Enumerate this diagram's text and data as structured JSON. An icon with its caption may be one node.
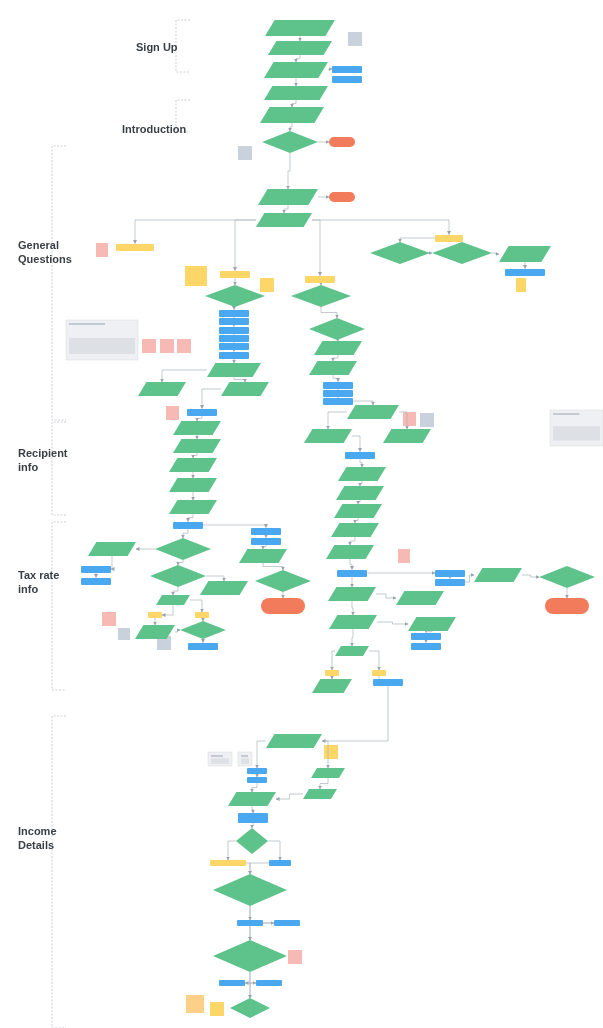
{
  "diagram": {
    "nodes": [
      {
        "text": [],
        "shape": "parallelogram"
      },
      {
        "text": [],
        "shape": "parallelogram"
      },
      {
        "text": [],
        "shape": "parallelogram"
      },
      {
        "text": [],
        "shape": "box"
      },
      {
        "text": [],
        "shape": "box"
      },
      {
        "text": [],
        "shape": "parallelogram"
      },
      {
        "text": [],
        "shape": "parallelogram"
      },
      {
        "text": [],
        "shape": "diamond"
      },
      {
        "text": [],
        "shape": "pill"
      },
      {
        "text": [],
        "shape": "parallelogram"
      },
      {
        "text": [],
        "shape": "pill"
      },
      {
        "text": [],
        "shape": "parallelogram"
      },
      {
        "text": [],
        "shape": "box"
      },
      {
        "text": [],
        "shape": "box"
      },
      {
        "text": [],
        "shape": "diamond"
      },
      {
        "text": [],
        "shape": "diamond"
      },
      {
        "text": [],
        "shape": "parallelogram"
      },
      {
        "text": [],
        "shape": "box"
      },
      {
        "text": [],
        "shape": "box"
      },
      {
        "text": [],
        "shape": "box"
      },
      {
        "text": [],
        "shape": "diamond"
      },
      {
        "text": [],
        "shape": "diamond"
      },
      {
        "text": [],
        "shape": "box"
      },
      {
        "text": [],
        "shape": "box"
      },
      {
        "text": [],
        "shape": "box"
      },
      {
        "text": [],
        "shape": "box"
      },
      {
        "text": [],
        "shape": "box"
      },
      {
        "text": [],
        "shape": "box"
      },
      {
        "text": [],
        "shape": "diamond"
      },
      {
        "text": [],
        "shape": "parallelogram"
      },
      {
        "text": [],
        "shape": "parallelogram"
      },
      {
        "text": [],
        "shape": "box"
      },
      {
        "text": [],
        "shape": "box"
      },
      {
        "text": [],
        "shape": "box"
      },
      {
        "text": [],
        "shape": "parallelogram"
      },
      {
        "text": [],
        "shape": "parallelogram"
      },
      {
        "text": [],
        "shape": "parallelogram"
      },
      {
        "text": [],
        "shape": "box"
      },
      {
        "text": [],
        "shape": "parallelogram"
      },
      {
        "text": [],
        "shape": "parallelogram"
      },
      {
        "text": [],
        "shape": "parallelogram"
      },
      {
        "text": [],
        "shape": "parallelogram"
      },
      {
        "text": [],
        "shape": "parallelogram"
      },
      {
        "text": [],
        "shape": "parallelogram"
      },
      {
        "text": [],
        "shape": "parallelogram"
      },
      {
        "text": [],
        "shape": "parallelogram"
      },
      {
        "text": [],
        "shape": "box"
      },
      {
        "text": [],
        "shape": "parallelogram"
      },
      {
        "text": [],
        "shape": "parallelogram"
      },
      {
        "text": [],
        "shape": "parallelogram"
      },
      {
        "text": [],
        "shape": "parallelogram"
      },
      {
        "text": [],
        "shape": "parallelogram"
      },
      {
        "text": [],
        "shape": "box"
      },
      {
        "text": [],
        "shape": "box"
      },
      {
        "text": [],
        "shape": "box"
      },
      {
        "text": [],
        "shape": "parallelogram"
      },
      {
        "text": [],
        "shape": "parallelogram"
      },
      {
        "text": [],
        "shape": "diamond"
      },
      {
        "text": [],
        "shape": "box"
      },
      {
        "text": [],
        "shape": "box"
      },
      {
        "text": [],
        "shape": "diamond"
      },
      {
        "text": [],
        "shape": "parallelogram"
      },
      {
        "text": [],
        "shape": "diamond"
      },
      {
        "text": [],
        "shape": "pill"
      },
      {
        "text": [],
        "shape": "parallelogram"
      },
      {
        "text": [],
        "shape": "box"
      },
      {
        "text": [],
        "shape": "box"
      },
      {
        "text": [],
        "shape": "parallelogram"
      },
      {
        "text": [],
        "shape": "diamond"
      },
      {
        "text": [],
        "shape": "box"
      },
      {
        "text": [],
        "shape": "box"
      },
      {
        "text": [],
        "shape": "parallelogram"
      },
      {
        "text": [],
        "shape": "parallelogram"
      },
      {
        "text": [],
        "shape": "parallelogram"
      },
      {
        "text": [],
        "shape": "parallelogram"
      },
      {
        "text": [],
        "shape": "box"
      },
      {
        "text": [],
        "shape": "box"
      },
      {
        "text": [],
        "shape": "parallelogram"
      },
      {
        "text": [],
        "shape": "box"
      },
      {
        "text": [],
        "shape": "box"
      },
      {
        "text": [],
        "shape": "parallelogram"
      },
      {
        "text": [],
        "shape": "box"
      },
      {
        "text": [],
        "shape": "box"
      },
      {
        "text": [],
        "shape": "box"
      },
      {
        "text": [],
        "shape": "parallelogram"
      },
      {
        "text": [],
        "shape": "diamond"
      },
      {
        "text": [],
        "shape": "pill"
      },
      {
        "text": [],
        "shape": "parallelogram"
      },
      {
        "text": [],
        "shape": "box"
      },
      {
        "text": [],
        "shape": "box"
      },
      {
        "text": [],
        "shape": "parallelogram"
      },
      {
        "text": [],
        "shape": "parallelogram"
      },
      {
        "text": [],
        "shape": "parallelogram"
      },
      {
        "text": [],
        "shape": "box"
      },
      {
        "text": [],
        "shape": "diamond"
      },
      {
        "text": [],
        "shape": "box"
      },
      {
        "text": [],
        "shape": "box"
      },
      {
        "text": [],
        "shape": "diamond"
      },
      {
        "text": [],
        "shape": "box"
      },
      {
        "text": [],
        "shape": "box"
      },
      {
        "text": [],
        "shape": "diamond"
      },
      {
        "text": [],
        "shape": "box"
      },
      {
        "text": [],
        "shape": "box"
      },
      {
        "text": [],
        "shape": "diamond"
      }
    ],
    "edges": [
      {
        "from": 0,
        "to": 1,
        "arrow": "to"
      },
      {
        "from": 1,
        "to": 2,
        "arrow": "to"
      },
      {
        "from": 2,
        "to": 3,
        "arrow": "to"
      },
      {
        "from": 2,
        "to": 5,
        "arrow": "to"
      },
      {
        "from": 5,
        "to": 6,
        "arrow": "to"
      },
      {
        "from": 6,
        "to": 7,
        "arrow": "to"
      },
      {
        "from": 7,
        "to": 8,
        "arrow": "to"
      },
      {
        "from": 7,
        "to": 9,
        "arrow": "to"
      },
      {
        "from": 9,
        "to": 10,
        "arrow": "to"
      },
      {
        "from": 9,
        "to": 11,
        "arrow": "to"
      },
      {
        "from": 11,
        "to": 12,
        "arrow": "to"
      },
      {
        "from": 11,
        "to": 13,
        "arrow": "to"
      },
      {
        "from": 11,
        "to": 18,
        "arrow": "to"
      },
      {
        "from": 11,
        "to": 19,
        "arrow": "to"
      },
      {
        "from": 13,
        "to": 14,
        "arrow": "to"
      },
      {
        "from": 14,
        "to": 15,
        "arrow": "to"
      },
      {
        "from": 15,
        "to": 16,
        "arrow": "to"
      },
      {
        "from": 16,
        "to": 17,
        "arrow": "to"
      },
      {
        "from": 18,
        "to": 20,
        "arrow": "to"
      },
      {
        "from": 19,
        "to": 21,
        "arrow": "to"
      },
      {
        "from": 20,
        "to": 22,
        "arrow": "to"
      },
      {
        "from": 22,
        "to": 23,
        "arrow": "to"
      },
      {
        "from": 23,
        "to": 24,
        "arrow": "to"
      },
      {
        "from": 24,
        "to": 25,
        "arrow": "to"
      },
      {
        "from": 25,
        "to": 26,
        "arrow": "to"
      },
      {
        "from": 26,
        "to": 27,
        "arrow": "to"
      },
      {
        "from": 27,
        "to": 34,
        "arrow": "to"
      },
      {
        "from": 21,
        "to": 28,
        "arrow": "to"
      },
      {
        "from": 28,
        "to": 29,
        "arrow": "to"
      },
      {
        "from": 29,
        "to": 30,
        "arrow": "to"
      },
      {
        "from": 30,
        "to": 31,
        "arrow": "to"
      },
      {
        "from": 31,
        "to": 32,
        "arrow": "to"
      },
      {
        "from": 32,
        "to": 33,
        "arrow": "to"
      },
      {
        "from": 33,
        "to": 43,
        "arrow": "to"
      },
      {
        "from": 34,
        "to": 35,
        "arrow": "to"
      },
      {
        "from": 34,
        "to": 36,
        "arrow": "to"
      },
      {
        "from": 36,
        "to": 37,
        "arrow": "to"
      },
      {
        "from": 37,
        "to": 38,
        "arrow": "to"
      },
      {
        "from": 38,
        "to": 39,
        "arrow": "to"
      },
      {
        "from": 39,
        "to": 40,
        "arrow": "to"
      },
      {
        "from": 40,
        "to": 41,
        "arrow": "to"
      },
      {
        "from": 41,
        "to": 42,
        "arrow": "to"
      },
      {
        "from": 42,
        "to": 52,
        "arrow": "to"
      },
      {
        "from": 43,
        "to": 44,
        "arrow": "to"
      },
      {
        "from": 43,
        "to": 45,
        "arrow": "to"
      },
      {
        "from": 44,
        "to": 46,
        "arrow": "to"
      },
      {
        "from": 46,
        "to": 47,
        "arrow": "to"
      },
      {
        "from": 47,
        "to": 48,
        "arrow": "to"
      },
      {
        "from": 48,
        "to": 49,
        "arrow": "to"
      },
      {
        "from": 49,
        "to": 50,
        "arrow": "to"
      },
      {
        "from": 50,
        "to": 51,
        "arrow": "to"
      },
      {
        "from": 51,
        "to": 70,
        "arrow": "to"
      },
      {
        "from": 52,
        "to": 53,
        "arrow": "to"
      },
      {
        "from": 53,
        "to": 54,
        "arrow": "to"
      },
      {
        "from": 54,
        "to": 55,
        "arrow": "to"
      },
      {
        "from": 55,
        "to": 62,
        "arrow": "to"
      },
      {
        "from": 62,
        "to": 63,
        "arrow": "to"
      },
      {
        "from": 52,
        "to": 57,
        "arrow": "to"
      },
      {
        "from": 57,
        "to": 56,
        "arrow": "to"
      },
      {
        "from": 56,
        "to": 58,
        "arrow": "to"
      },
      {
        "from": 58,
        "to": 59,
        "arrow": "to"
      },
      {
        "from": 57,
        "to": 60,
        "arrow": "to"
      },
      {
        "from": 60,
        "to": 61,
        "arrow": "to"
      },
      {
        "from": 60,
        "to": 64,
        "arrow": "to"
      },
      {
        "from": 64,
        "to": 65,
        "arrow": "to"
      },
      {
        "from": 64,
        "to": 66,
        "arrow": "to"
      },
      {
        "from": 65,
        "to": 67,
        "arrow": "to"
      },
      {
        "from": 66,
        "to": 68,
        "arrow": "to"
      },
      {
        "from": 67,
        "to": 68,
        "arrow": "to"
      },
      {
        "from": 68,
        "to": 69,
        "arrow": "to"
      },
      {
        "from": 70,
        "to": 71,
        "arrow": "to"
      },
      {
        "from": 71,
        "to": 72,
        "arrow": "to"
      },
      {
        "from": 71,
        "to": 73,
        "arrow": "to"
      },
      {
        "from": 73,
        "to": 74,
        "arrow": "to"
      },
      {
        "from": 74,
        "to": 75,
        "arrow": "to"
      },
      {
        "from": 75,
        "to": 76,
        "arrow": "to"
      },
      {
        "from": 73,
        "to": 77,
        "arrow": "to"
      },
      {
        "from": 77,
        "to": 78,
        "arrow": "to"
      },
      {
        "from": 77,
        "to": 79,
        "arrow": "to"
      },
      {
        "from": 78,
        "to": 80,
        "arrow": "to"
      },
      {
        "from": 79,
        "to": 81,
        "arrow": "to"
      },
      {
        "from": 70,
        "to": 82,
        "arrow": "to"
      },
      {
        "from": 82,
        "to": 83,
        "arrow": "to"
      },
      {
        "from": 83,
        "to": 84,
        "arrow": "to"
      },
      {
        "from": 84,
        "to": 85,
        "arrow": "to"
      },
      {
        "from": 85,
        "to": 86,
        "arrow": "to"
      },
      {
        "from": 81,
        "to": 87,
        "arrow": "to"
      },
      {
        "from": 87,
        "to": 88,
        "arrow": "to"
      },
      {
        "from": 88,
        "to": 89,
        "arrow": "to"
      },
      {
        "from": 87,
        "to": 90,
        "arrow": "to"
      },
      {
        "from": 90,
        "to": 91,
        "arrow": "to"
      },
      {
        "from": 91,
        "to": 92,
        "arrow": "to"
      },
      {
        "from": 89,
        "to": 92,
        "arrow": "to"
      },
      {
        "from": 92,
        "to": 93,
        "arrow": "to"
      },
      {
        "from": 93,
        "to": 94,
        "arrow": "to"
      },
      {
        "from": 94,
        "to": 95,
        "arrow": "to"
      },
      {
        "from": 94,
        "to": 96,
        "arrow": "to"
      },
      {
        "from": 95,
        "to": 97,
        "arrow": "to"
      },
      {
        "from": 96,
        "to": 97,
        "arrow": "to"
      },
      {
        "from": 97,
        "to": 98,
        "arrow": "to"
      },
      {
        "from": 97,
        "to": 99,
        "arrow": "to"
      },
      {
        "from": 98,
        "to": 100,
        "arrow": "to"
      },
      {
        "from": 99,
        "to": 100,
        "arrow": "to"
      },
      {
        "from": 100,
        "to": 101,
        "arrow": "to"
      },
      {
        "from": 100,
        "to": 102,
        "arrow": "to"
      },
      {
        "from": 101,
        "to": 103,
        "arrow": "to"
      },
      {
        "from": 102,
        "to": 103,
        "arrow": "to"
      }
    ],
    "labels": [
      "Sign Up",
      "Introduction",
      "General Questions",
      "Recipient info",
      "Tax rate info",
      "Income Details"
    ]
  }
}
